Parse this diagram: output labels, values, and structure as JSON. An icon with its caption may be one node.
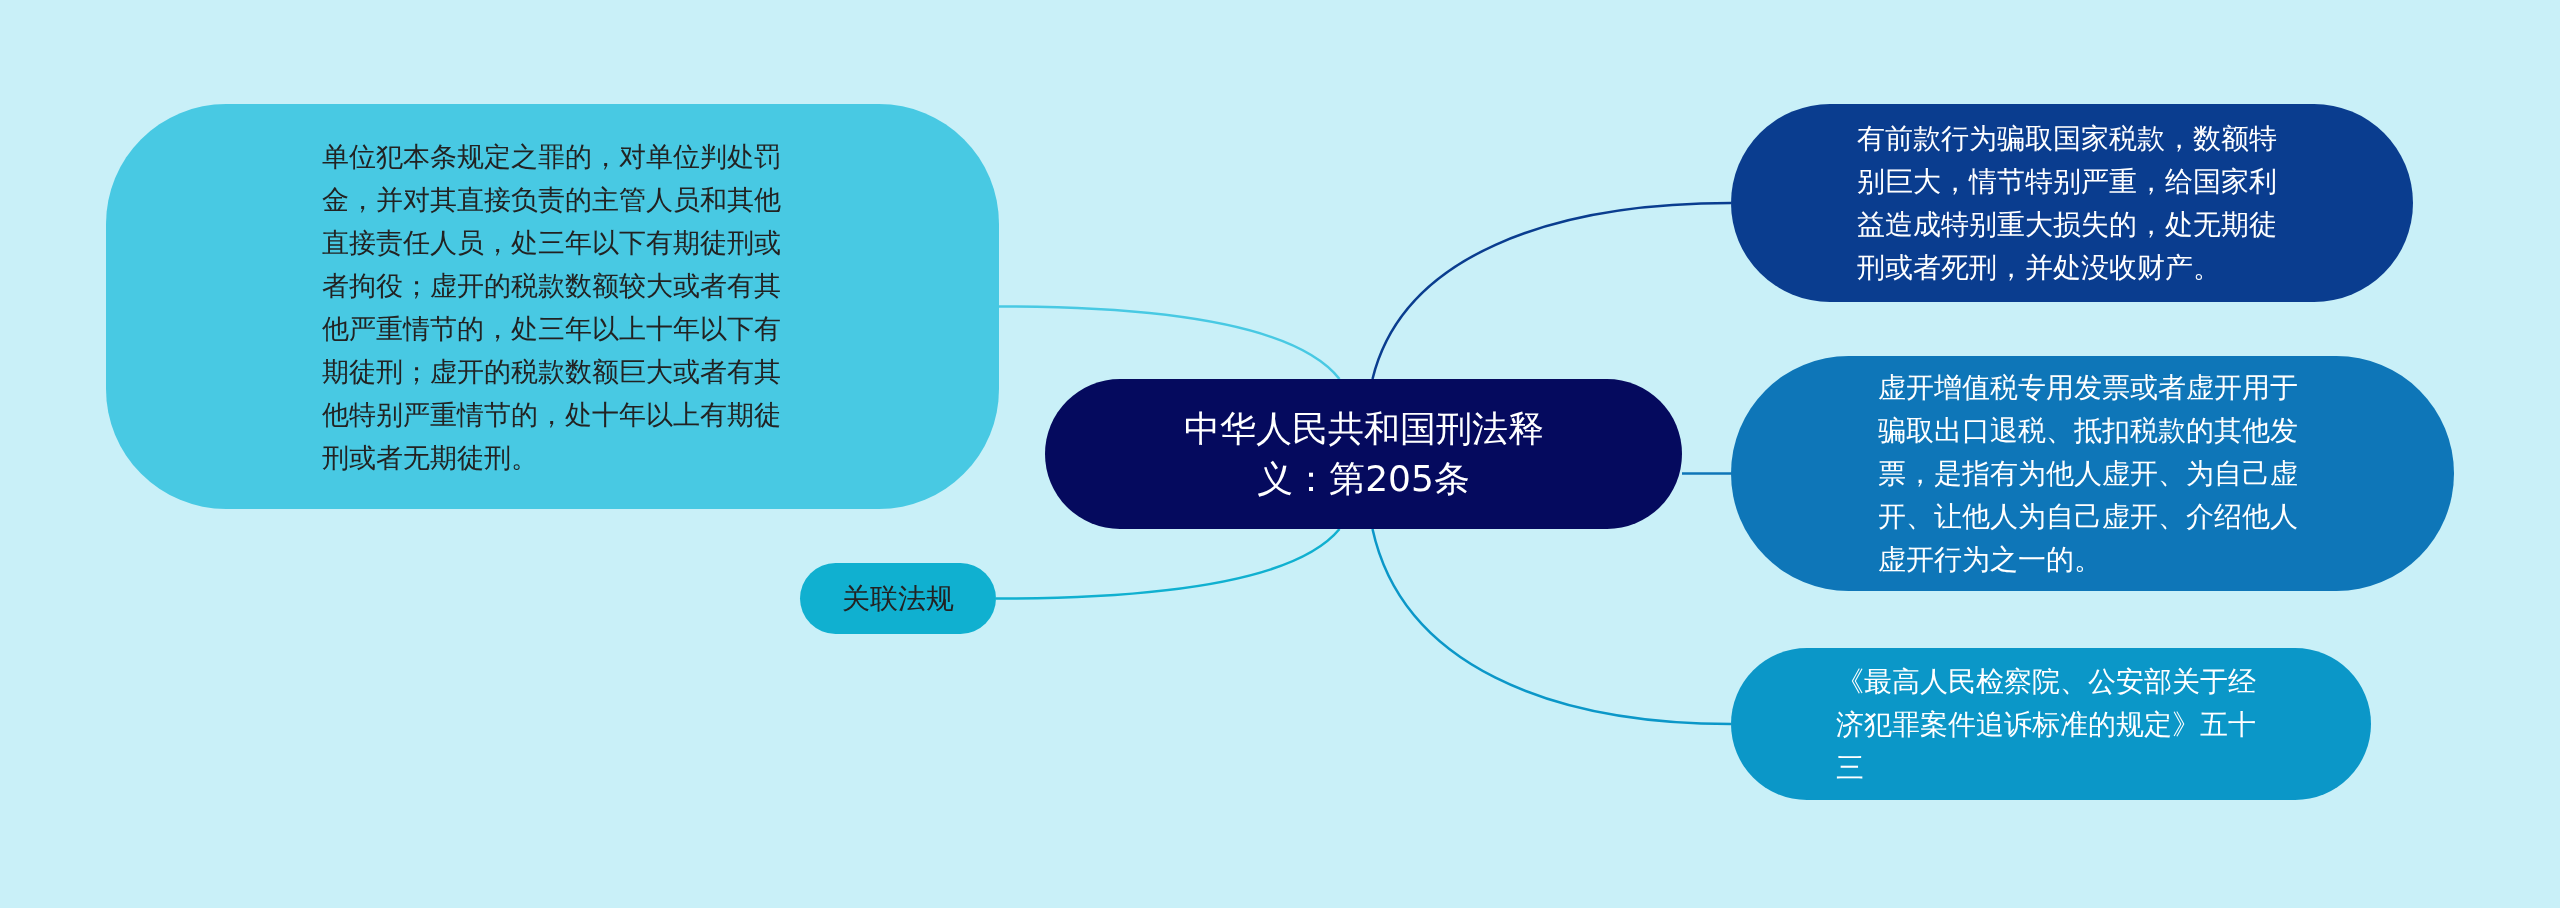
{
  "diagram": {
    "nodes": [
      {
        "text": [
          "中华人民共和国刑法释义：第205条"
        ]
      },
      {
        "text": [
          "单位犯本条规定之罪的，对单位判处罚金，并对其直接负责的主管人员和其他直接责任人员，处三年以下有期徒刑或者拘役；虚开的税款数额较大或者有其他严重情节的，处三年以上十年以下有期徒刑；虚开的税款数额巨大或者有其他特别严重情节的，处十年以上有期徒刑或者无期徒刑。"
        ]
      },
      {
        "text": [
          "关联法规"
        ]
      },
      {
        "text": [
          "有前款行为骗取国家税款，数额特别巨大，情节特别严重，给国家利益造成特别重大损失的，处无期徒刑或者死刑，并处没收财产。"
        ]
      },
      {
        "text": [
          "虚开增值税专用发票或者虚开用于骗取出口退税、抵扣税款的其他发票，是指有为他人虚开、为自己虚开、让他人为自己虚开、介绍他人虚开行为之一的。"
        ]
      },
      {
        "text": [
          "《最高人民检察院、公安部关于经济犯罪案件追诉标准的规定》五十三"
        ]
      }
    ],
    "edges": [
      {
        "from": 0,
        "to": 1,
        "arrow": "none",
        "color": "#48c9e3"
      },
      {
        "from": 0,
        "to": 2,
        "arrow": "none",
        "color": "#10b0d0"
      },
      {
        "from": 0,
        "to": 3,
        "arrow": "none",
        "color": "#0a3d8f"
      },
      {
        "from": 0,
        "to": 4,
        "arrow": "none",
        "color": "#0e76b8"
      },
      {
        "from": 0,
        "to": 5,
        "arrow": "none",
        "color": "#0b97c8"
      }
    ]
  }
}
